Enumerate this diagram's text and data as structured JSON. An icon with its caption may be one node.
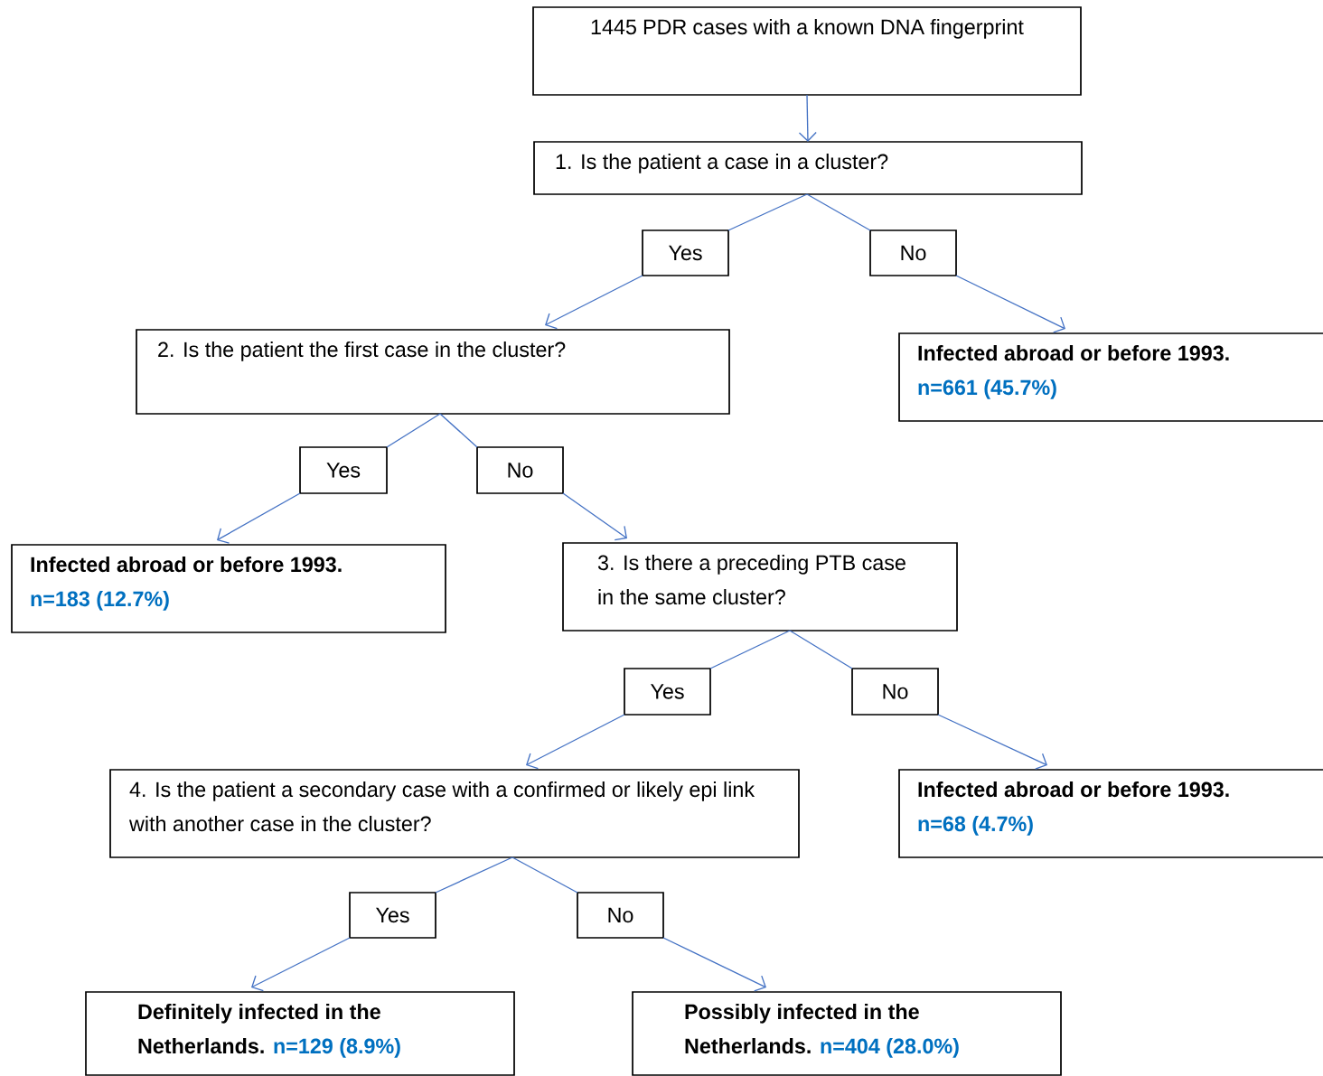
{
  "diagram": {
    "nodes": [
      {
        "text": [
          "1445 PDR cases with a known DNA fingerprint"
        ]
      },
      {
        "text": [
          "1. Is the patient a case in a cluster?"
        ]
      },
      {
        "text": [
          "Yes"
        ]
      },
      {
        "text": [
          "No"
        ]
      },
      {
        "text": [
          "2. Is the patient the first case in the cluster?"
        ]
      },
      {
        "text": [
          "Infected abroad or before 1993.",
          "n=661 (45.7%)"
        ]
      },
      {
        "text": [
          "Yes"
        ]
      },
      {
        "text": [
          "No"
        ]
      },
      {
        "text": [
          "Infected abroad or before 1993.",
          "n=183 (12.7%)"
        ]
      },
      {
        "text": [
          "3. Is there a preceding PTB case in the same cluster?"
        ]
      },
      {
        "text": [
          "Yes"
        ]
      },
      {
        "text": [
          "No"
        ]
      },
      {
        "text": [
          "4. Is the patient a secondary case with a confirmed or likely epi link with another case in the cluster?"
        ]
      },
      {
        "text": [
          "Infected abroad or before 1993.",
          "n=68 (4.7%)"
        ]
      },
      {
        "text": [
          "Yes"
        ]
      },
      {
        "text": [
          "No"
        ]
      },
      {
        "text": [
          "Definitely infected in the Netherlands.",
          "n=129 (8.9%)"
        ]
      },
      {
        "text": [
          "Possibly infected in the Netherlands.",
          "n=404 (28.0%)"
        ]
      }
    ],
    "edges": [
      {
        "from": 0,
        "to": 1,
        "arrow": "to"
      },
      {
        "from": 1,
        "to": 2,
        "arrow": "none"
      },
      {
        "from": 2,
        "to": 4,
        "arrow": "to"
      },
      {
        "from": 1,
        "to": 3,
        "arrow": "none"
      },
      {
        "from": 3,
        "to": 5,
        "arrow": "to"
      },
      {
        "from": 4,
        "to": 6,
        "arrow": "none"
      },
      {
        "from": 6,
        "to": 8,
        "arrow": "to"
      },
      {
        "from": 4,
        "to": 7,
        "arrow": "none"
      },
      {
        "from": 7,
        "to": 9,
        "arrow": "to"
      },
      {
        "from": 9,
        "to": 10,
        "arrow": "none"
      },
      {
        "from": 10,
        "to": 12,
        "arrow": "to"
      },
      {
        "from": 9,
        "to": 11,
        "arrow": "none"
      },
      {
        "from": 11,
        "to": 13,
        "arrow": "to"
      },
      {
        "from": 12,
        "to": 14,
        "arrow": "none"
      },
      {
        "from": 14,
        "to": 16,
        "arrow": "to"
      },
      {
        "from": 12,
        "to": 15,
        "arrow": "none"
      },
      {
        "from": 15,
        "to": 17,
        "arrow": "to"
      }
    ]
  }
}
